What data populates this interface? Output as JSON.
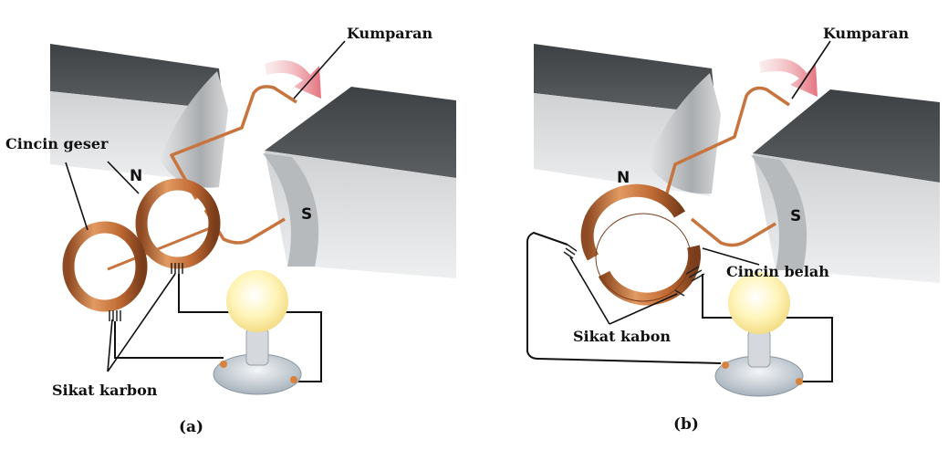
{
  "panel_a": {
    "caption": "(a)",
    "labels": {
      "coil": "Kumparan",
      "rings": "Cincin geser",
      "brushes": "Sikat karbon",
      "north": "N",
      "south": "S"
    }
  },
  "panel_b": {
    "caption": "(b)",
    "labels": {
      "coil": "Kumparan",
      "rings": "Cincin belah",
      "brushes": "Sikat kabon",
      "north": "N",
      "south": "S"
    }
  },
  "colors": {
    "magnet_dark": "#4a4d50",
    "magnet_light": "#c9cbcd",
    "copper": "#c8743e",
    "arrow": "#e8868f",
    "bulb": "#fff6c2"
  }
}
